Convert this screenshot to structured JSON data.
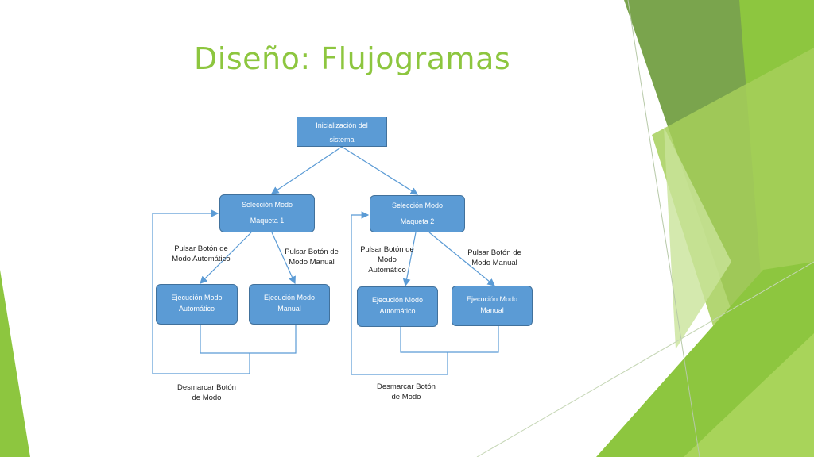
{
  "slide": {
    "title": "Diseño: Flujogramas",
    "colors": {
      "title": "#8dc63f",
      "box_fill": "#5b9bd5",
      "box_border": "#41719c",
      "connector": "#5b9bd5",
      "decor_green": "#8dc63f"
    }
  },
  "diagram": {
    "nodes": {
      "init": {
        "lines": [
          "Inicialización del",
          "sistema"
        ]
      },
      "sel1": {
        "lines": [
          "Selección Modo",
          "Maqueta 1"
        ]
      },
      "sel2": {
        "lines": [
          "Selección Modo",
          "Maqueta 2"
        ]
      },
      "auto1": {
        "lines": [
          "Ejecución Modo",
          "Automático"
        ]
      },
      "man1": {
        "lines": [
          "Ejecución Modo",
          "Manual"
        ]
      },
      "auto2": {
        "lines": [
          "Ejecución Modo",
          "Automático"
        ]
      },
      "man2": {
        "lines": [
          "Ejecución Modo",
          "Manual"
        ]
      }
    },
    "edge_labels": {
      "auto1": [
        "Pulsar Botón de",
        "Modo Automático"
      ],
      "man1": [
        "Pulsar Botón de",
        "Modo Manual"
      ],
      "auto2": [
        "Pulsar Botón de",
        "Modo",
        "Automático"
      ],
      "man2": [
        "Pulsar Botón de",
        "Modo Manual"
      ],
      "back1": [
        "Desmarcar Botón",
        "de Modo"
      ],
      "back2": [
        "Desmarcar Botón",
        "de Modo"
      ]
    }
  }
}
